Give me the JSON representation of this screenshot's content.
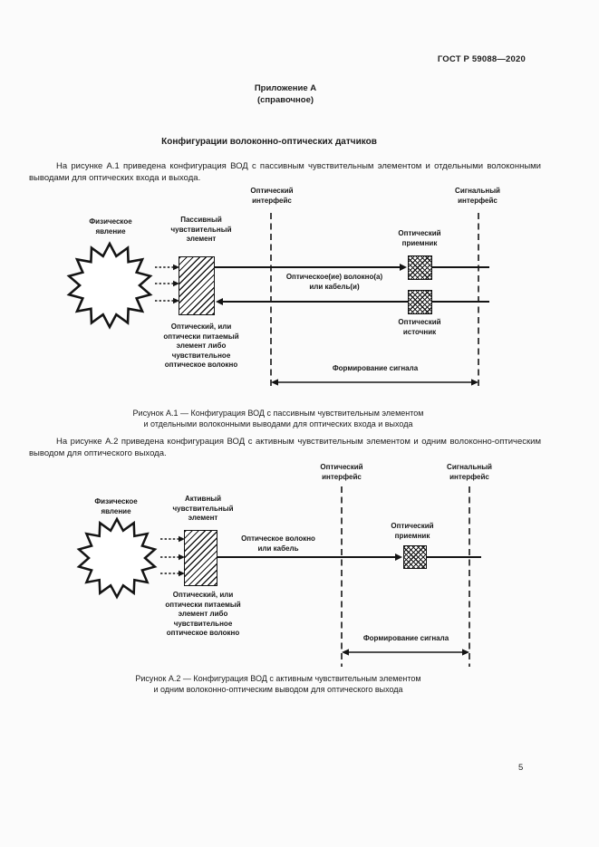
{
  "document": {
    "standard_number": "ГОСТ Р 59088—2020",
    "appendix_title": "Приложение А",
    "appendix_subtitle": "(справочное)",
    "section_title": "Конфигурации волоконно-оптических датчиков",
    "intro_a1": "На рисунке А.1 приведена конфигурация ВОД с пассивным чувствительным элементом и отдельными волоконными выводами для оптических входа и выхода.",
    "intro_a2": "На рисунке А.2 приведена конфигурация ВОД с активным чувствительным элементом и одним волоконно-оптическим выводом для оптического выхода.",
    "page_number": "5"
  },
  "figure_a1": {
    "labels": {
      "optical_interface": "Оптический\nинтерфейс",
      "signal_interface": "Сигнальный\nинтерфейс",
      "physical_phenomenon": "Физическое\nявление",
      "sensing_element": "Пассивный\nчувствительный\nэлемент",
      "optical_receiver": "Оптический\nприемник",
      "optical_source": "Оптический\nисточник",
      "fiber_cable": "Оптическое(ие) волокно(а)\nили кабель(и)",
      "element_note": "Оптический, или\nоптически питаемый\nэлемент либо\nчувствительное\nоптическое волокно",
      "signal_formation": "Формирование сигнала"
    },
    "caption": "Рисунок А.1 — Конфигурация ВОД с пассивным чувствительным элементом\nи отдельными волоконными выводами для оптических входа и выхода"
  },
  "figure_a2": {
    "labels": {
      "optical_interface": "Оптический\nинтерфейс",
      "signal_interface": "Сигнальный\nинтерфейс",
      "physical_phenomenon": "Физическое\nявление",
      "sensing_element": "Активный\nчувствительный\nэлемент",
      "optical_receiver": "Оптический\nприемник",
      "fiber_cable": "Оптическое волокно\nили кабель",
      "element_note": "Оптический, или\nоптически питаемый\nэлемент либо\nчувствительное\nоптическое волокно",
      "signal_formation": "Формирование сигнала"
    },
    "caption": "Рисунок А.2 — Конфигурация ВОД с активным чувствительным элементом\nи одним волоконно-оптическим выводом для оптического выхода"
  },
  "colors": {
    "ink": "#1c1c1c",
    "paper": "#fbfbfb"
  }
}
